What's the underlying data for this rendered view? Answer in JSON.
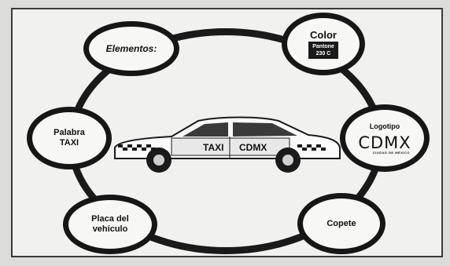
{
  "diagram": {
    "center": {
      "car_taxi_text": "TAXI",
      "car_brand_text": "CDMX"
    },
    "nodes": {
      "elementos": {
        "label": "Elementos:"
      },
      "color": {
        "label": "Color",
        "swatch_line1": "Pantone",
        "swatch_line2": "230 C"
      },
      "palabra": {
        "line1": "Palabra",
        "line2": "TAXI"
      },
      "logotipo": {
        "label": "Logotipo",
        "logo_text": "CDMX",
        "logo_subtext": "CIUDAD DE MÉXICO"
      },
      "placa": {
        "line1": "Placa del",
        "line2": "vehículo"
      },
      "copete": {
        "label": "Copete"
      }
    },
    "colors": {
      "outline": "#161616",
      "background": "#f1f1ef",
      "swatch": "#1a1a1a"
    }
  }
}
